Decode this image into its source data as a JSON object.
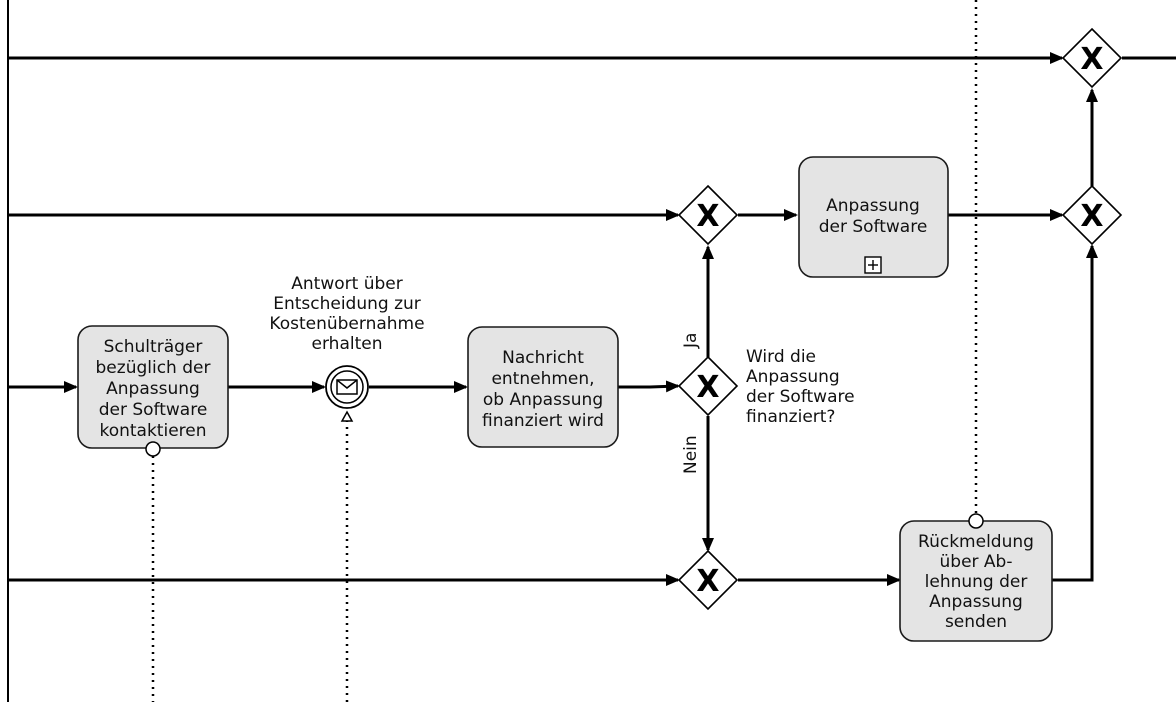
{
  "tasks": {
    "contact_school_board": [
      "Schulträger",
      "bezüglich der",
      "Anpassung",
      "der Software",
      "kontaktieren"
    ],
    "extract_message": [
      "Nachricht",
      "entnehmen,",
      "ob Anpassung",
      "finanziert wird"
    ],
    "adapt_software": [
      "Anpassung",
      "der Software"
    ],
    "send_rejection": [
      "Rückmeldung",
      "über Ab-",
      "lehnung der",
      "Anpassung",
      "senden"
    ]
  },
  "events": {
    "receive_answer": [
      "Antwort über",
      "Entscheidung zur",
      "Kostenübernahme",
      "erhalten"
    ]
  },
  "gateways": {
    "question": [
      "Wird die",
      "Anpassung",
      "der Software",
      "finanziert?"
    ],
    "symbol": "X",
    "yes_label": "Ja",
    "no_label": "Nein"
  },
  "icons": {
    "subprocess_marker": "plus-square-icon",
    "message_event": "envelope-icon"
  }
}
